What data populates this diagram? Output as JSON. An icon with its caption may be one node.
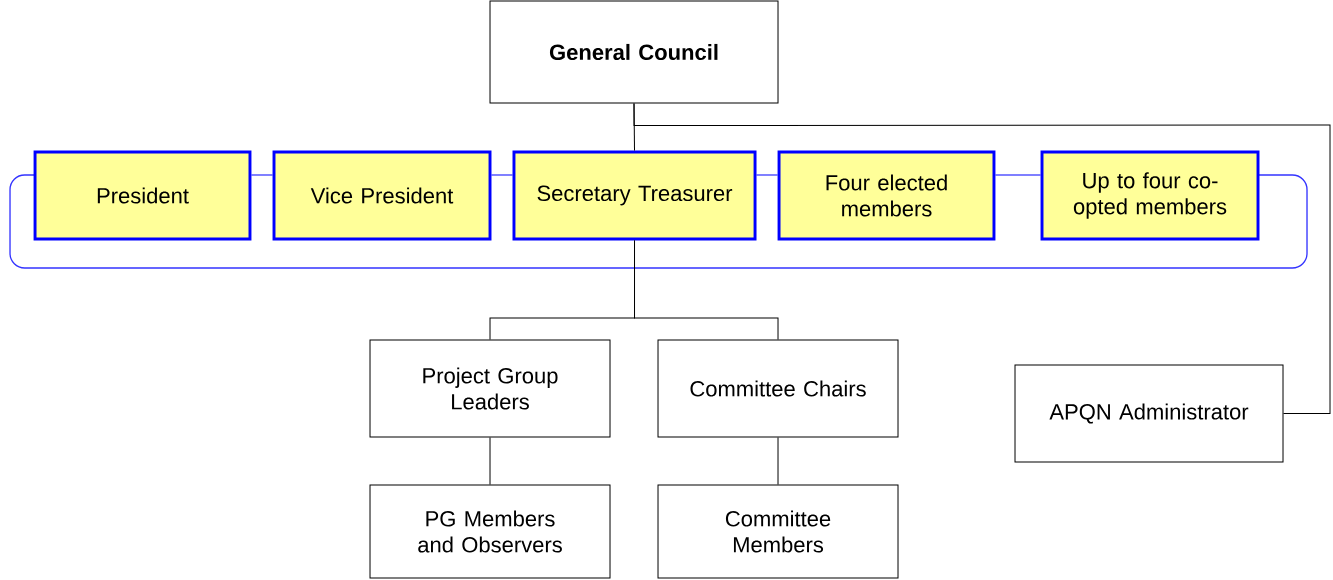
{
  "diagram": {
    "nodes": [
      {
        "text": [
          "General Council"
        ]
      },
      {
        "text": [
          "President"
        ]
      },
      {
        "text": [
          "Vice President"
        ]
      },
      {
        "text": [
          "Secretary Treasurer"
        ]
      },
      {
        "text": [
          "Four elected members"
        ]
      },
      {
        "text": [
          "Up to four co-opted members"
        ]
      },
      {
        "text": [
          "Project Group Leaders"
        ]
      },
      {
        "text": [
          "Committee Chairs"
        ]
      },
      {
        "text": [
          "APQN Administrator"
        ]
      },
      {
        "text": [
          "PG Members and Observers"
        ]
      },
      {
        "text": [
          "Committee Members"
        ]
      }
    ],
    "edges": [
      {
        "from": 1,
        "to": 2,
        "arrow": "none",
        "color": "#0000ff"
      },
      {
        "from": 2,
        "to": 3,
        "arrow": "none",
        "color": "#0000ff"
      },
      {
        "from": 3,
        "to": 4,
        "arrow": "none",
        "color": "#0000ff"
      },
      {
        "from": 4,
        "to": 5,
        "arrow": "none",
        "color": "#0000ff"
      },
      {
        "from": 0,
        "to": 3,
        "arrow": "none"
      },
      {
        "from": 0,
        "to": 8,
        "arrow": "none"
      },
      {
        "from": 3,
        "to": 6,
        "arrow": "none"
      },
      {
        "from": 3,
        "to": 7,
        "arrow": "none"
      },
      {
        "from": 6,
        "to": 9,
        "arrow": "none"
      },
      {
        "from": 7,
        "to": 10,
        "arrow": "none"
      }
    ]
  }
}
